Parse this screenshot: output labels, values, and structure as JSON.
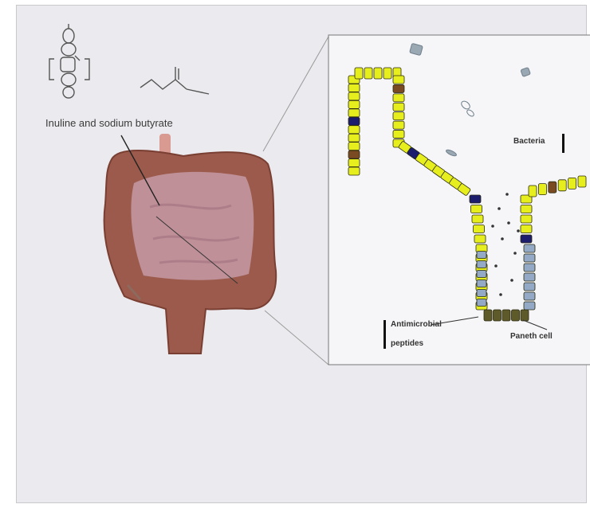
{
  "labels": {
    "compound": "Inuline and sodium butyrate",
    "bacteria": "Bacteria",
    "antimicrobial_line1": "Antimicrobial",
    "antimicrobial_line2": "peptides",
    "paneth_cell": "Paneth cell"
  },
  "colors": {
    "background": "#ebeaee",
    "inset_background": "#f6f6f8",
    "intestine": "#9b5a4c",
    "enterocyte": "#e6ee1e",
    "goblet_cell": "#1d1d6e",
    "stem_cell": "#93a9c6",
    "paneth_cell": "#5f5a2a",
    "brown_cell": "#7a4a22"
  }
}
